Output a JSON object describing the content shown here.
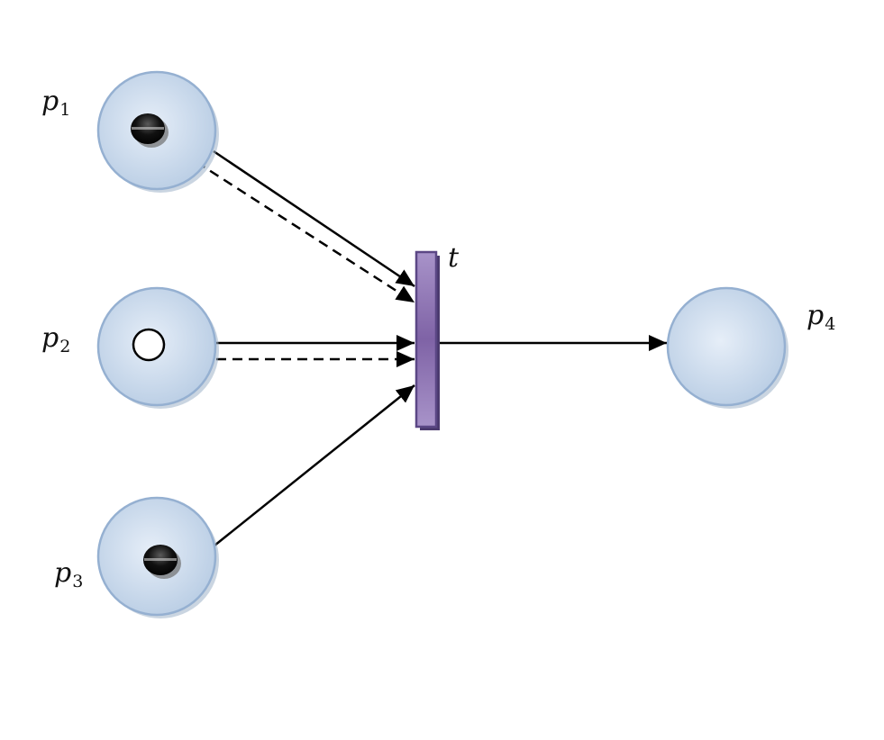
{
  "places": [
    {
      "id": "p1",
      "label_base": "p",
      "label_sub": "1",
      "token": "black"
    },
    {
      "id": "p2",
      "label_base": "p",
      "label_sub": "2",
      "token": "white"
    },
    {
      "id": "p3",
      "label_base": "p",
      "label_sub": "3",
      "token": "black"
    },
    {
      "id": "p4",
      "label_base": "p",
      "label_sub": "4",
      "token": "none"
    }
  ],
  "transition": {
    "id": "t",
    "label": "t"
  },
  "arcs": [
    {
      "from": "p1",
      "to": "t",
      "style": "solid"
    },
    {
      "from": "p1",
      "to": "t",
      "style": "dashed"
    },
    {
      "from": "p2",
      "to": "t",
      "style": "solid"
    },
    {
      "from": "p2",
      "to": "t",
      "style": "dashed"
    },
    {
      "from": "p3",
      "to": "t",
      "style": "solid"
    },
    {
      "from": "t",
      "to": "p4",
      "style": "solid"
    }
  ],
  "colors": {
    "place_fill_light": "#e3ecf6",
    "place_fill_dark": "#b9cde4",
    "place_stroke": "#95b0d1",
    "transition_fill": "#8b6fae",
    "transition_stroke": "#5b4785",
    "arc": "#000000",
    "token_black": "#111111",
    "token_white": "#ffffff"
  }
}
